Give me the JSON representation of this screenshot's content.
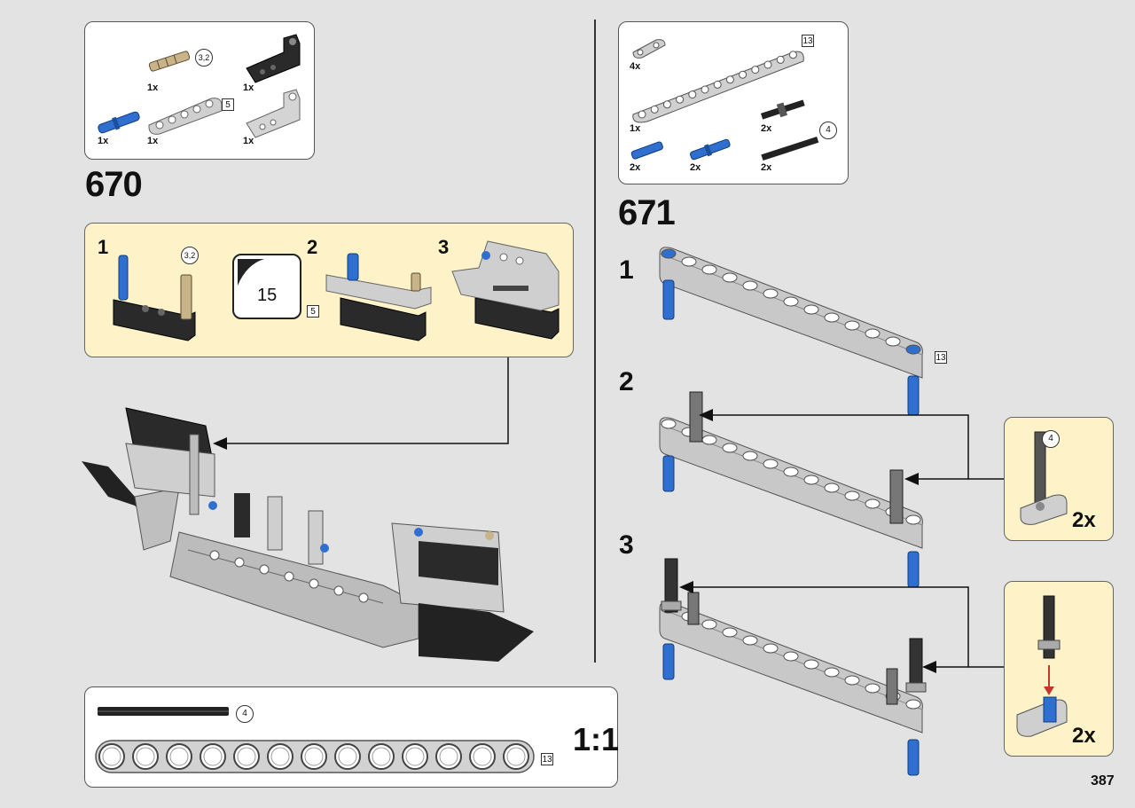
{
  "page_number": "387",
  "steps": [
    {
      "number": "670",
      "parts": [
        {
          "qty": "1x",
          "icon": "tan-axle-pin-icon",
          "callout": "3,2"
        },
        {
          "qty": "1x",
          "icon": "black-angled-beam-icon"
        },
        {
          "qty": "1x",
          "icon": "blue-pin-icon"
        },
        {
          "qty": "1x",
          "icon": "gray-beam-5-icon",
          "callout": "5"
        },
        {
          "qty": "1x",
          "icon": "gray-angled-beam-icon"
        }
      ],
      "substeps": [
        {
          "num": "1",
          "callout": "3,2"
        },
        {
          "num": "2",
          "page_ref": "15",
          "callout": "5"
        },
        {
          "num": "3"
        }
      ]
    },
    {
      "number": "671",
      "parts": [
        {
          "qty": "4x",
          "icon": "gray-connector-icon"
        },
        {
          "qty": "1x",
          "icon": "gray-beam-13-icon",
          "callout": "13"
        },
        {
          "qty": "2x",
          "icon": "black-axle-with-stop-icon"
        },
        {
          "qty": "2x",
          "icon": "blue-pin-short-icon"
        },
        {
          "qty": "2x",
          "icon": "blue-pin-long-icon"
        },
        {
          "qty": "2x",
          "icon": "black-axle-4-icon",
          "callout": "4"
        }
      ],
      "substeps": [
        {
          "num": "1",
          "callout": "13"
        },
        {
          "num": "2",
          "sub_callout": "4",
          "sub_qty": "2x"
        },
        {
          "num": "3",
          "sub_qty": "2x"
        }
      ]
    }
  ],
  "scale_box": {
    "label": "1:1",
    "axle_callout": "4",
    "beam_callout": "13",
    "beam_holes": 13
  }
}
